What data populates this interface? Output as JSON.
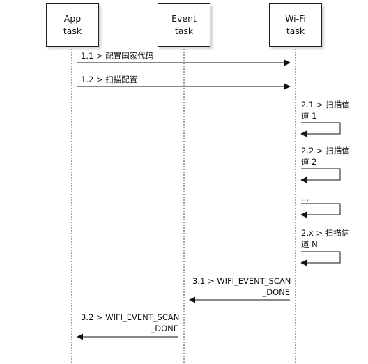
{
  "participants": [
    {
      "line1": "App",
      "line2": "task"
    },
    {
      "line1": "Event",
      "line2": "task"
    },
    {
      "line1": "Wi-Fi",
      "line2": "task"
    }
  ],
  "messages": [
    {
      "line1": "1.1 > 配置国家代码"
    },
    {
      "line1": "1.2 > 扫描配置"
    },
    {
      "line1": "2.1 > 扫描信",
      "line2": "道 1"
    },
    {
      "line1": "2.2 > 扫描信",
      "line2": "道 2"
    },
    {
      "line1": "..."
    },
    {
      "line1": "2.x > 扫描信",
      "line2": "道 N"
    },
    {
      "line1": "3.1 > WIFI_EVENT_SCAN",
      "line2": "_DONE"
    },
    {
      "line1": "3.2 > WIFI_EVENT_SCAN",
      "line2": "_DONE"
    }
  ]
}
